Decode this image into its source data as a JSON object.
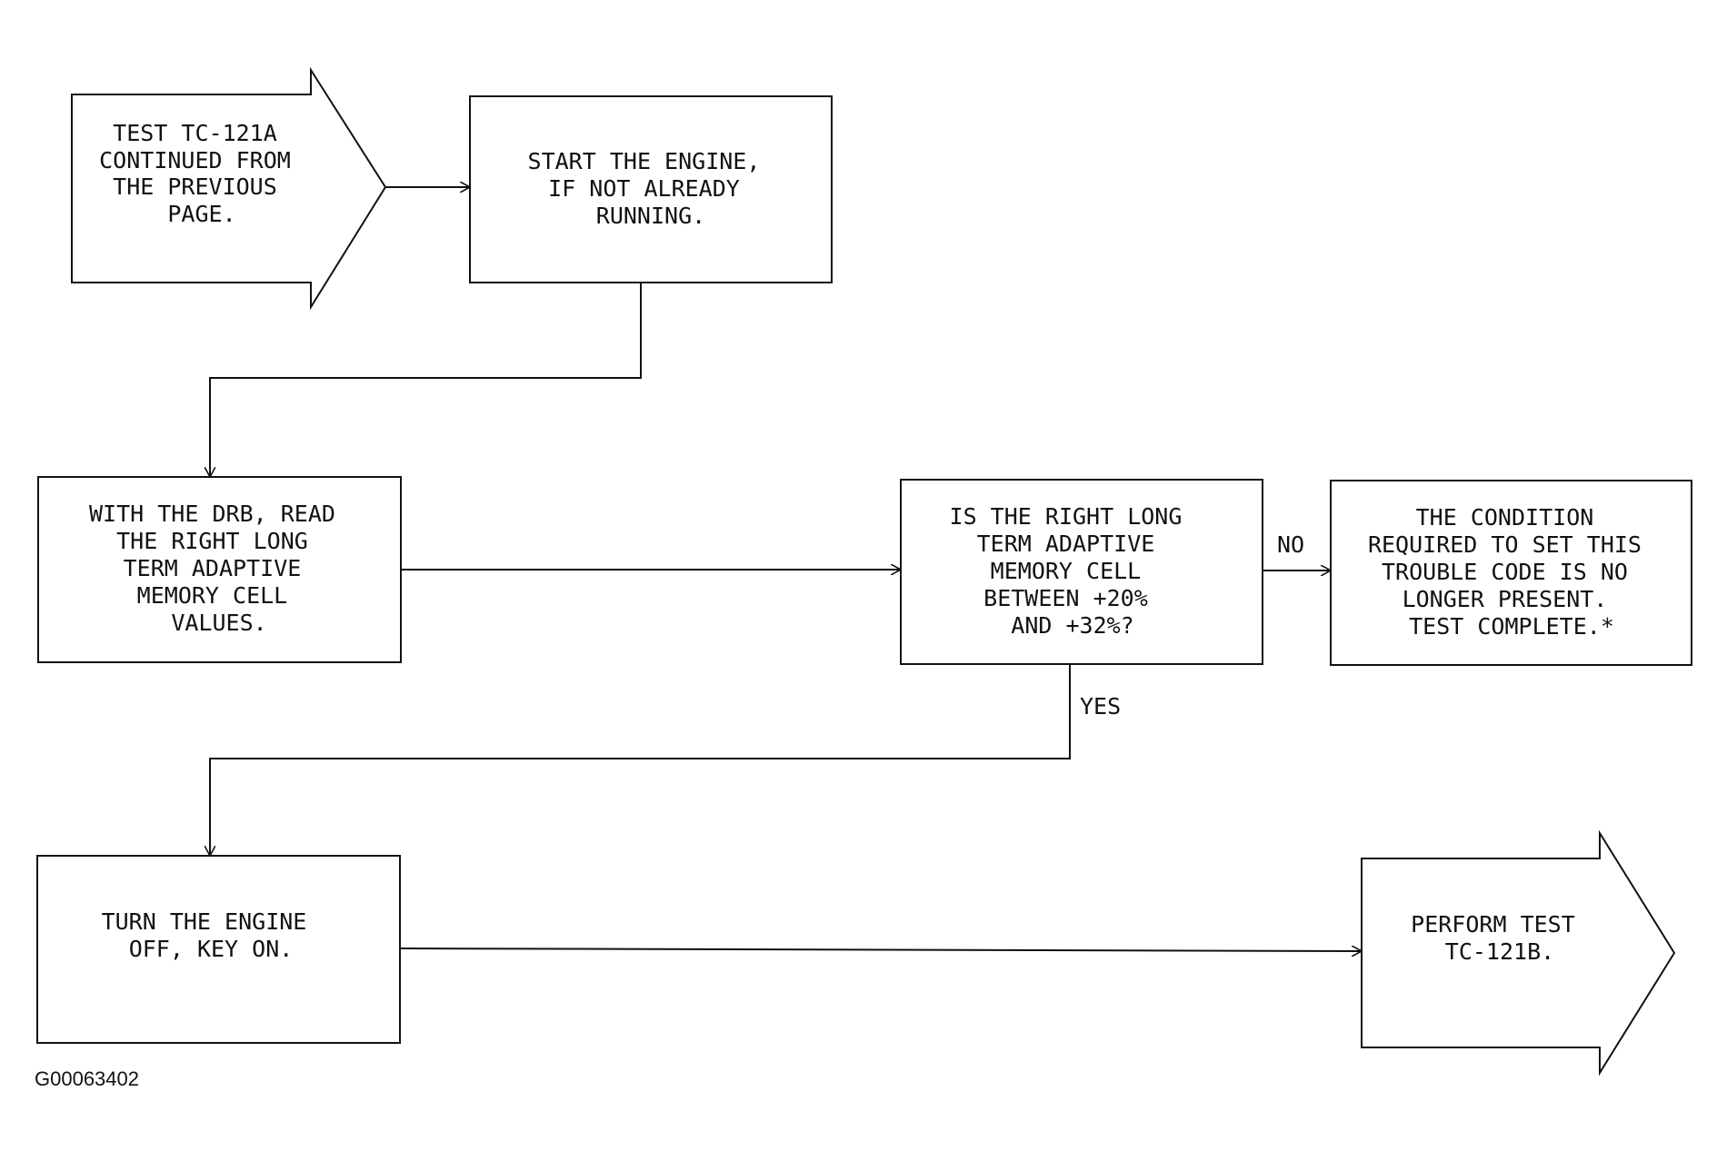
{
  "nodes": {
    "start": {
      "lines": [
        "TEST TC-121A",
        "CONTINUED FROM",
        "THE PREVIOUS",
        "PAGE."
      ]
    },
    "start_engine": {
      "lines": [
        "START THE ENGINE,",
        "IF NOT ALREADY",
        "RUNNING."
      ]
    },
    "read_drb": {
      "lines": [
        "WITH THE DRB, READ",
        "THE RIGHT LONG",
        "TERM ADAPTIVE",
        "MEMORY CELL",
        "VALUES."
      ]
    },
    "decision": {
      "lines": [
        "IS THE RIGHT LONG",
        "TERM ADAPTIVE",
        "MEMORY CELL",
        "BETWEEN +20%",
        "AND +32%?"
      ]
    },
    "condition_absent": {
      "lines": [
        "THE CONDITION",
        "REQUIRED TO SET THIS",
        "TROUBLE CODE IS NO",
        "LONGER PRESENT.",
        "TEST COMPLETE.*"
      ]
    },
    "engine_off": {
      "lines": [
        "TURN THE ENGINE",
        "OFF, KEY ON."
      ]
    },
    "perform_test": {
      "lines": [
        "PERFORM TEST",
        "TC-121B."
      ]
    }
  },
  "edges": {
    "no_label": "NO",
    "yes_label": "YES"
  },
  "figure_id": "G00063402"
}
